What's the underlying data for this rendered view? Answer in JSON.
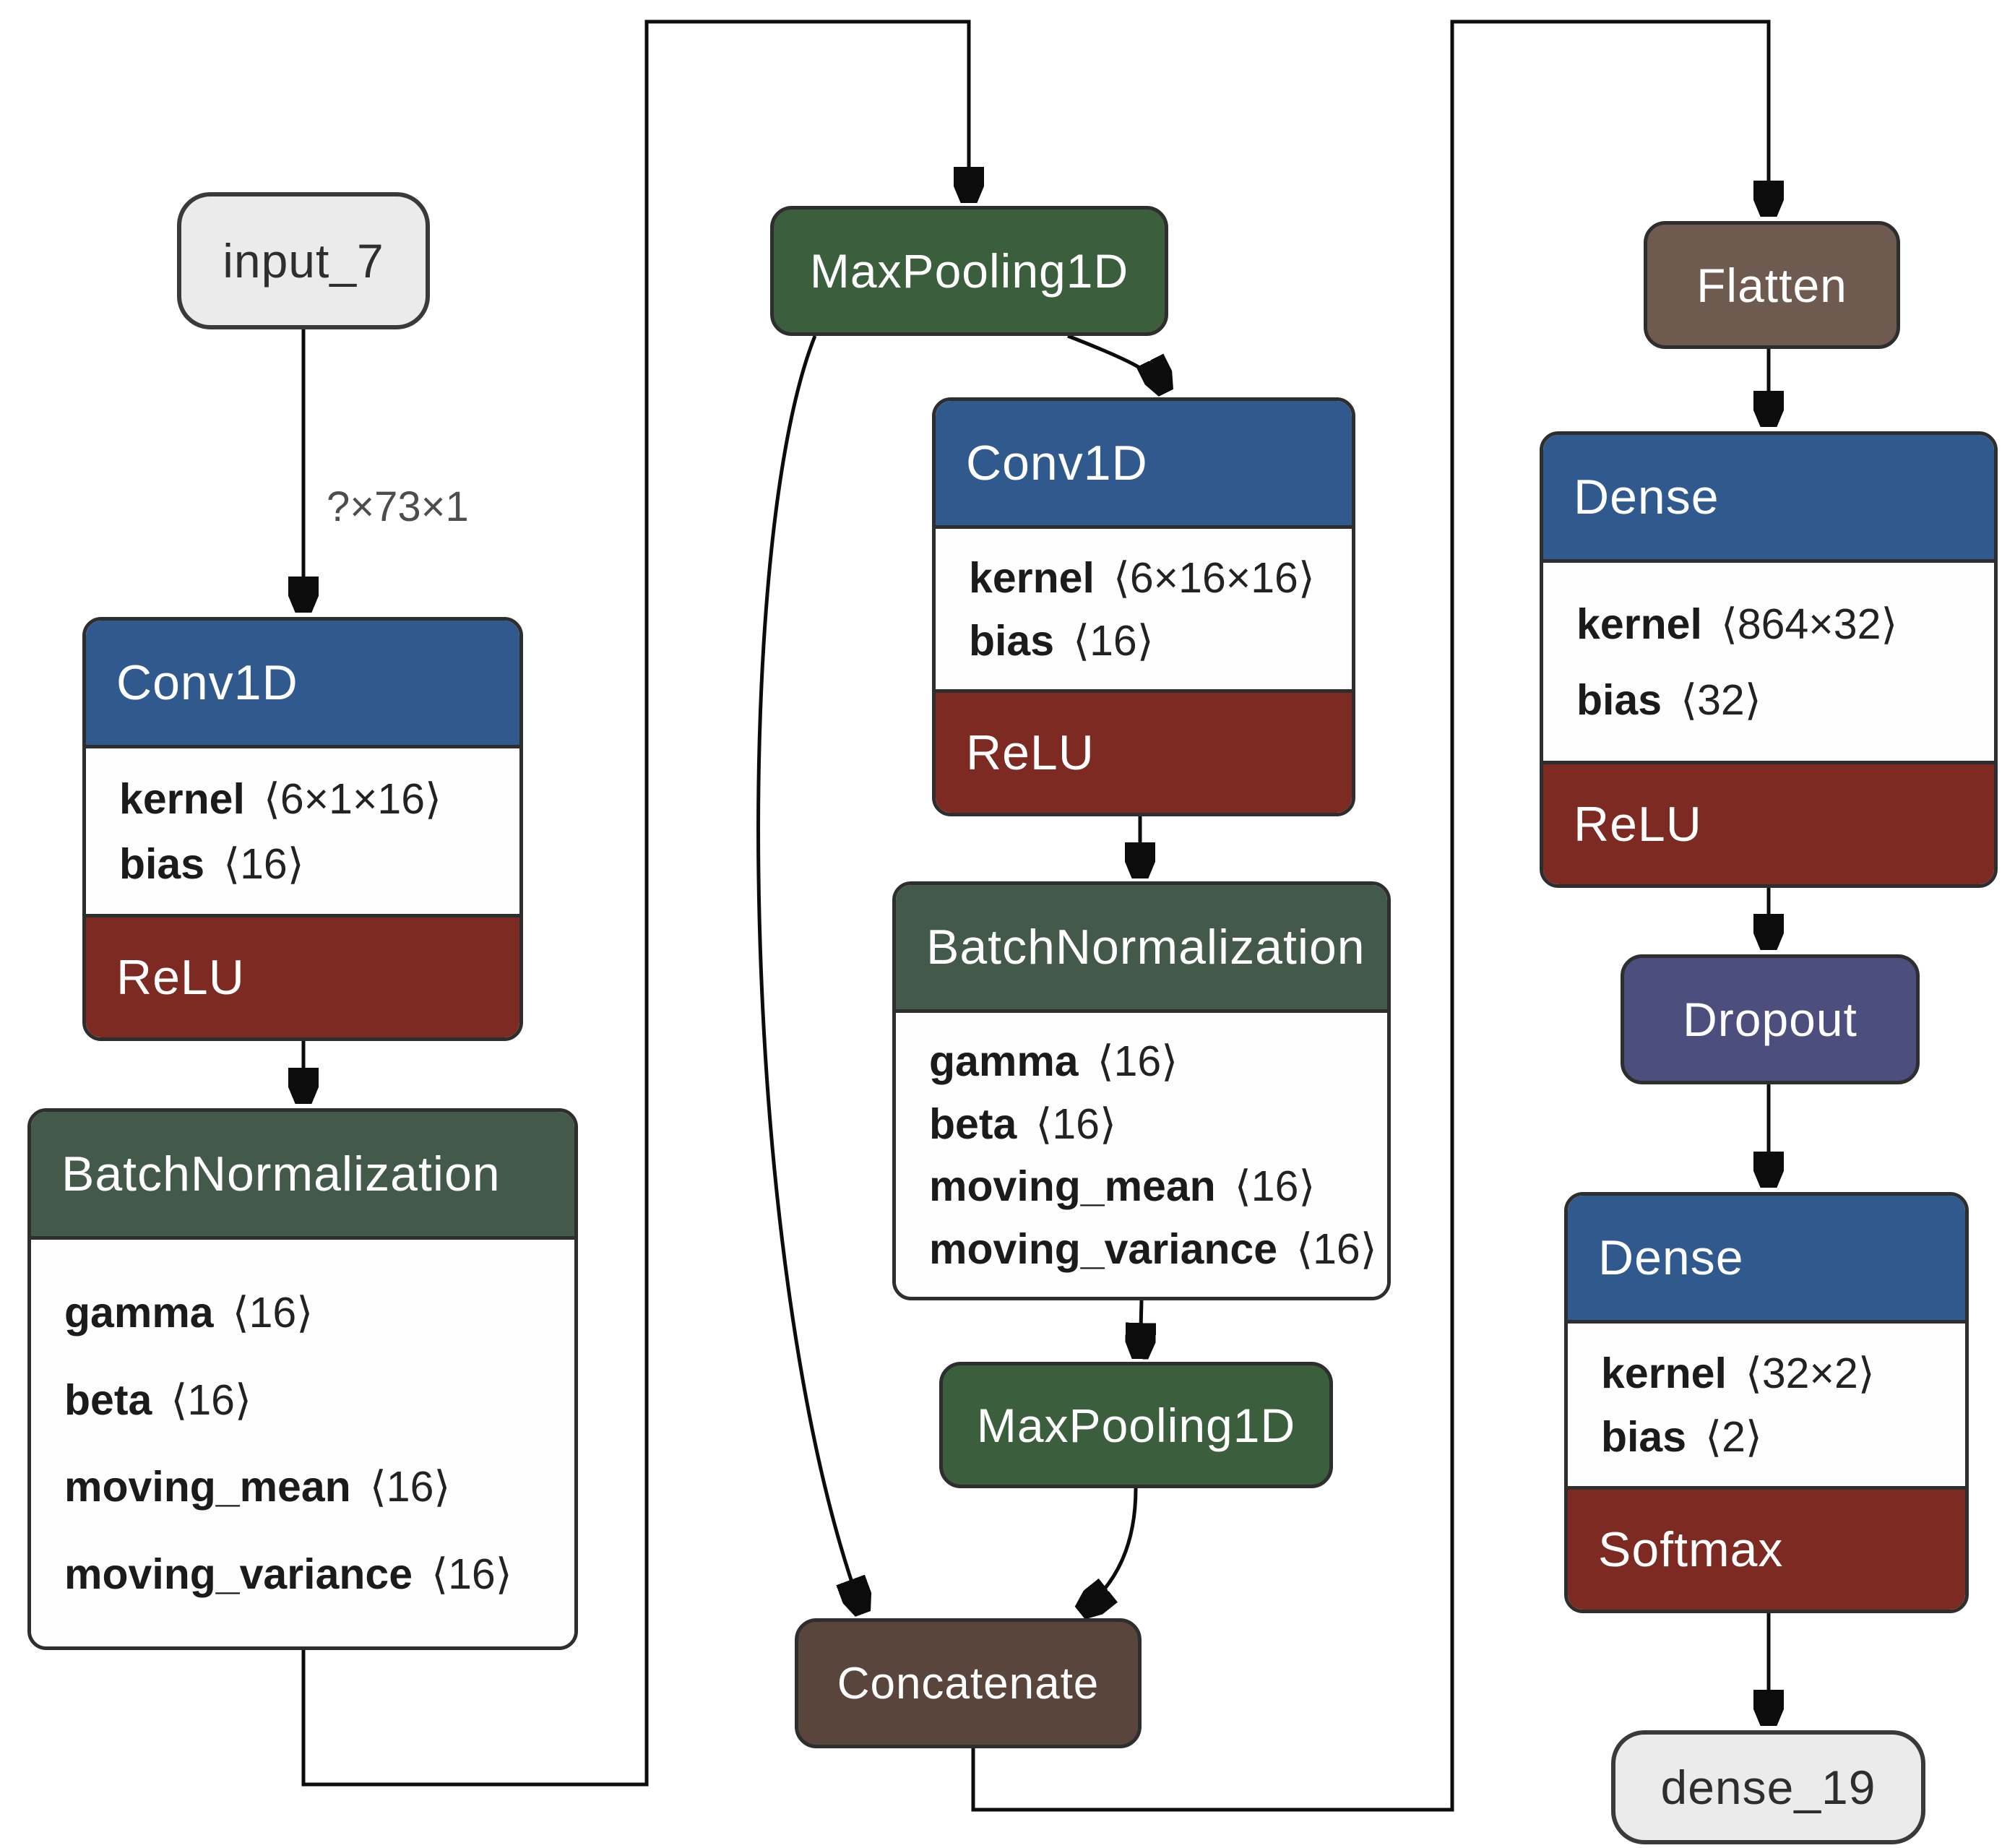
{
  "diagram": {
    "edge_label": "?×73×1",
    "nodes": {
      "input7": {
        "label": "input_7"
      },
      "conv1d_1": {
        "title": "Conv1D",
        "params": [
          {
            "name": "kernel",
            "shape": "⟨6×1×16⟩"
          },
          {
            "name": "bias",
            "shape": "⟨16⟩"
          }
        ],
        "activation": "ReLU"
      },
      "batchnorm_1": {
        "title": "BatchNormalization",
        "params": [
          {
            "name": "gamma",
            "shape": "⟨16⟩"
          },
          {
            "name": "beta",
            "shape": "⟨16⟩"
          },
          {
            "name": "moving_mean",
            "shape": "⟨16⟩"
          },
          {
            "name": "moving_variance",
            "shape": "⟨16⟩"
          }
        ]
      },
      "maxpool_1": {
        "label": "MaxPooling1D"
      },
      "conv1d_2": {
        "title": "Conv1D",
        "params": [
          {
            "name": "kernel",
            "shape": "⟨6×16×16⟩"
          },
          {
            "name": "bias",
            "shape": "⟨16⟩"
          }
        ],
        "activation": "ReLU"
      },
      "batchnorm_2": {
        "title": "BatchNormalization",
        "params": [
          {
            "name": "gamma",
            "shape": "⟨16⟩"
          },
          {
            "name": "beta",
            "shape": "⟨16⟩"
          },
          {
            "name": "moving_mean",
            "shape": "⟨16⟩"
          },
          {
            "name": "moving_variance",
            "shape": "⟨16⟩"
          }
        ]
      },
      "maxpool_2": {
        "label": "MaxPooling1D"
      },
      "concatenate": {
        "label": "Concatenate"
      },
      "flatten": {
        "label": "Flatten"
      },
      "dense_1": {
        "title": "Dense",
        "params": [
          {
            "name": "kernel",
            "shape": "⟨864×32⟩"
          },
          {
            "name": "bias",
            "shape": "⟨32⟩"
          }
        ],
        "activation": "ReLU"
      },
      "dropout": {
        "label": "Dropout"
      },
      "dense_2": {
        "title": "Dense",
        "params": [
          {
            "name": "kernel",
            "shape": "⟨32×2⟩"
          },
          {
            "name": "bias",
            "shape": "⟨2⟩"
          }
        ],
        "activation": "Softmax"
      },
      "dense19": {
        "label": "dense_19"
      }
    },
    "colors": {
      "blue": "#305a8e",
      "green": "#3b5f3c",
      "bngreen": "#435a4b",
      "red": "#7c2a22",
      "flatten": "#6f5a50",
      "concat": "#5a453c",
      "dropout": "#4c4f7d",
      "io-bg": "#ebebeb",
      "io-border": "#3a3a3a",
      "box-border": "#2e2e2e",
      "edge": "#0c0c0c",
      "text-dark": "#1b1b1b",
      "text-muted": "#4d4d4d"
    }
  }
}
